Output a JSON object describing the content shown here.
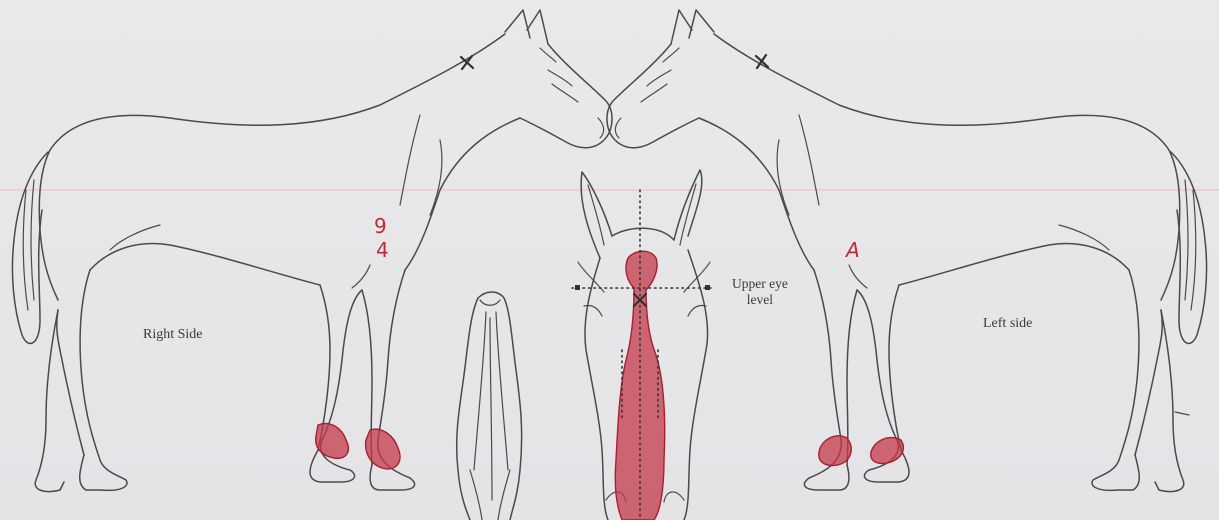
{
  "labels": {
    "right_side": "Right Side",
    "left_side": "Left side",
    "upper_eye_level_line1": "Upper eye",
    "upper_eye_level_line2": "level"
  },
  "handwritten_marks": {
    "right_shoulder_top": "9",
    "right_shoulder_bottom": "4",
    "left_shoulder": "A",
    "poll_mark_right": "x",
    "poll_mark_left": "x",
    "face_mark": "x"
  },
  "colors": {
    "outline": "#4a4a4a",
    "marking_red": "#c3394a",
    "background": "#e6e6e8",
    "guide_line": "#f0b8bd"
  }
}
